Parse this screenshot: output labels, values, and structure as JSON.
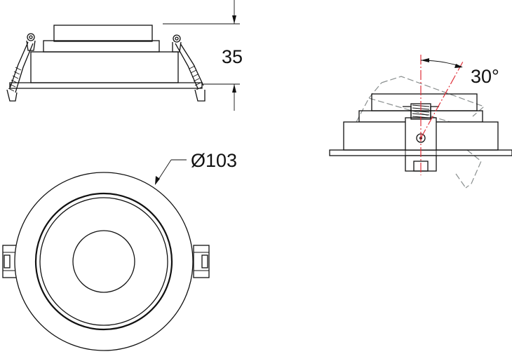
{
  "dimensions": {
    "height_label": "35",
    "diameter_label": "Ø103",
    "tilt_label": "30°"
  },
  "colors": {
    "line": "#111111",
    "tilt_axis": "#e0303a",
    "tilt_ghost": "#8a8f8f",
    "background": "#ffffff"
  }
}
